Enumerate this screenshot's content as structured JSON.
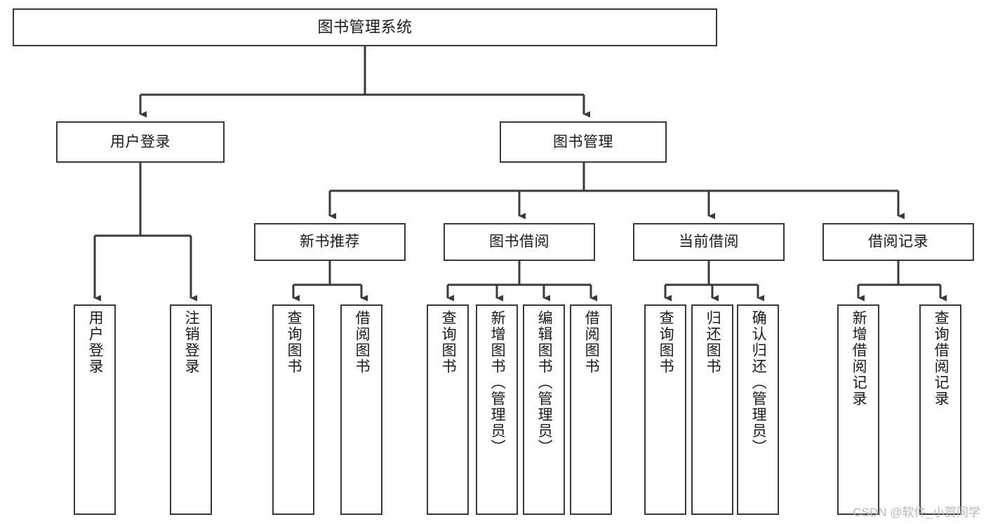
{
  "diagram": {
    "title": "图书管理系统",
    "type": "tree-hierarchy-diagram",
    "colors": {
      "box_border": "#3a3a3a",
      "box_fill": "#ffffff",
      "edge": "#3a3a3a",
      "text": "#1a1a1a",
      "watermark": "#b8b8b8"
    },
    "root": {
      "label": "图书管理系统"
    },
    "level1": [
      {
        "label": "用户登录"
      },
      {
        "label": "图书管理"
      }
    ],
    "level2": [
      {
        "label": "新书推荐"
      },
      {
        "label": "图书借阅"
      },
      {
        "label": "当前借阅"
      },
      {
        "label": "借阅记录"
      }
    ],
    "leaves": [
      {
        "label": "用户登录",
        "parent": "用户登录"
      },
      {
        "label": "注销登录",
        "parent": "用户登录"
      },
      {
        "label": "查询图书",
        "parent": "新书推荐"
      },
      {
        "label": "借阅图书",
        "parent": "新书推荐"
      },
      {
        "label": "查询图书",
        "parent": "图书借阅"
      },
      {
        "label": "新增图书（管理员）",
        "parent": "图书借阅"
      },
      {
        "label": "编辑图书（管理员）",
        "parent": "图书借阅"
      },
      {
        "label": "借阅图书",
        "parent": "图书借阅"
      },
      {
        "label": "查询图书",
        "parent": "当前借阅"
      },
      {
        "label": "归还图书",
        "parent": "当前借阅"
      },
      {
        "label": "确认归还（管理员）",
        "parent": "当前借阅"
      },
      {
        "label": "新增借阅记录",
        "parent": "借阅记录"
      },
      {
        "label": "查询借阅记录",
        "parent": "借阅记录"
      }
    ]
  },
  "watermark": {
    "text": "CSDN @软件_小贺同学"
  }
}
